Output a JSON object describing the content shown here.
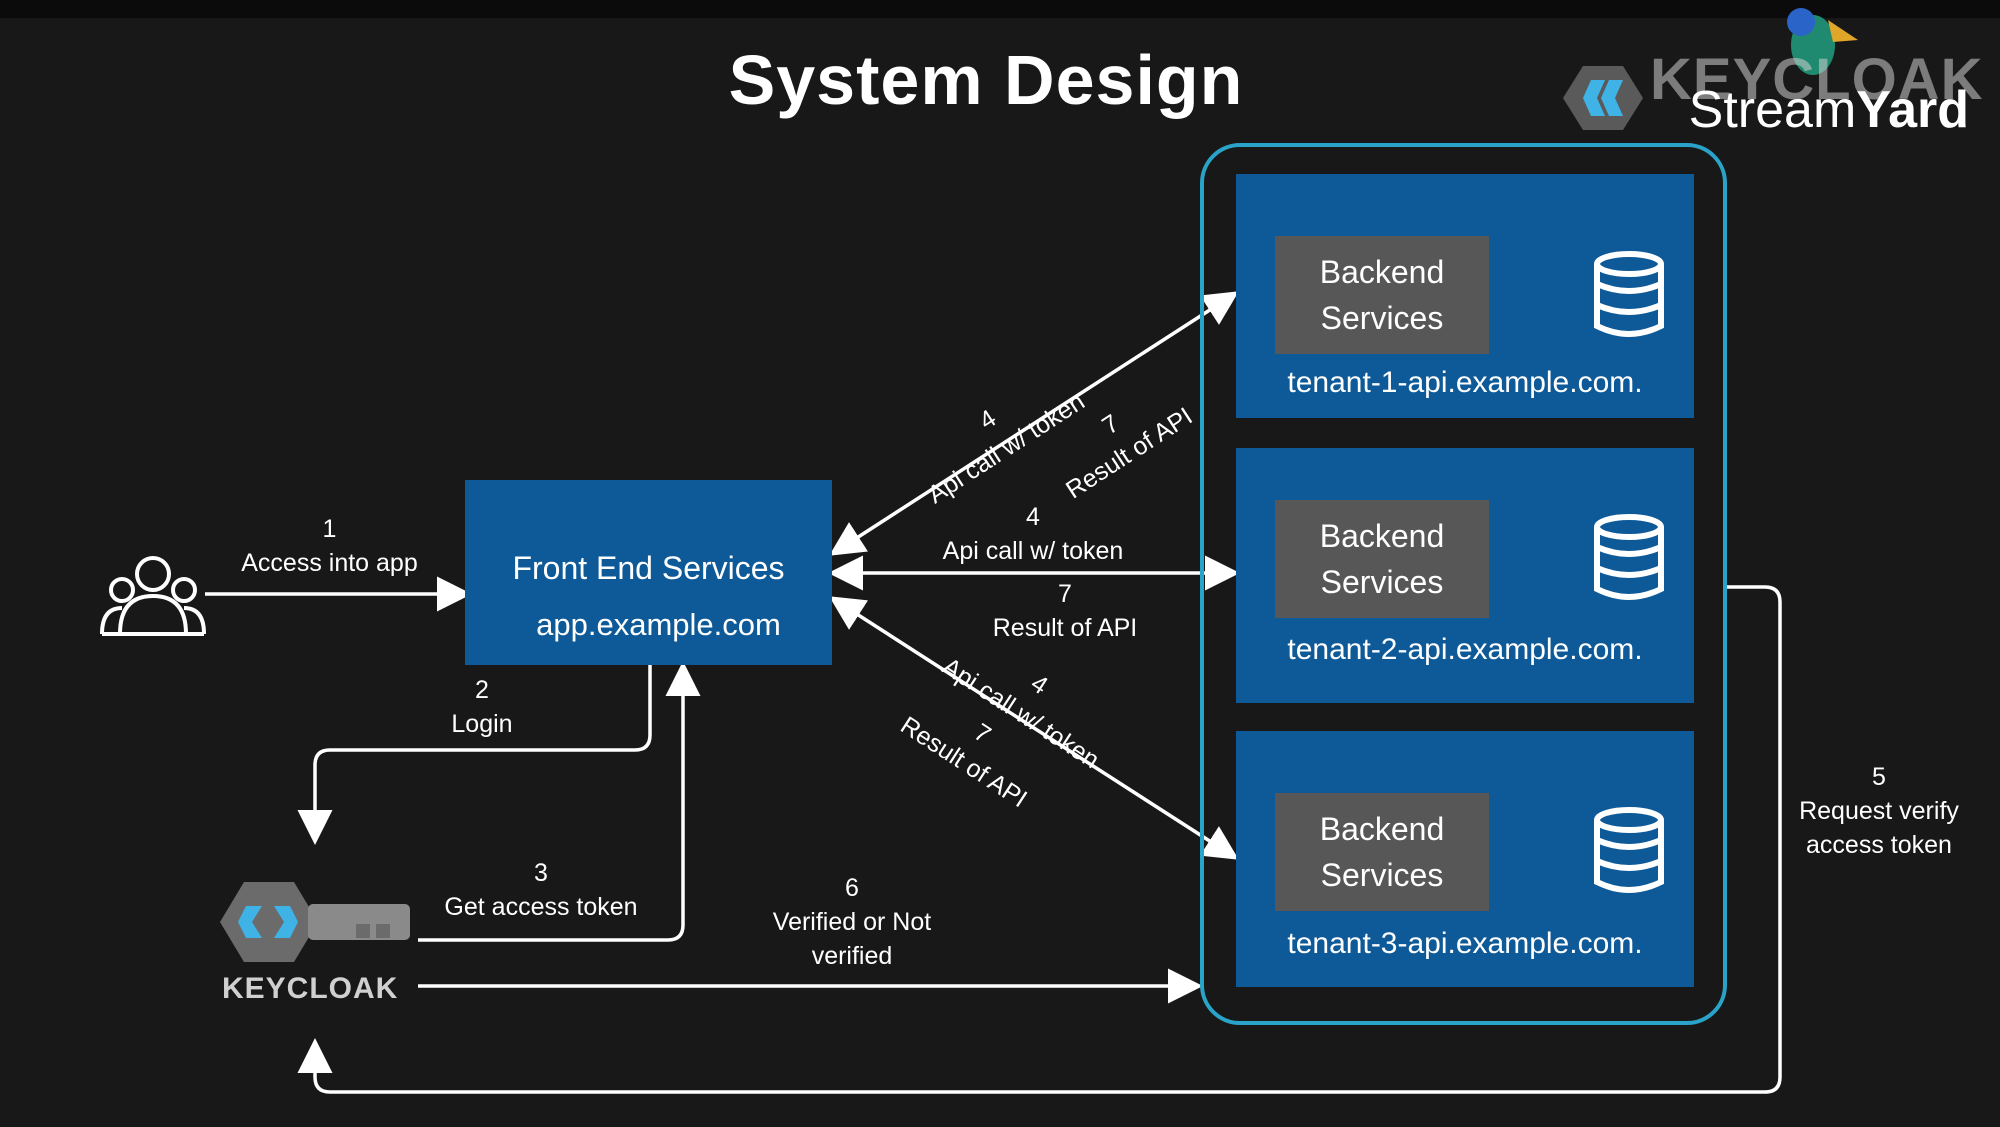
{
  "title": "System Design",
  "brand": {
    "keycloak": "KEYCLOAK",
    "streamyard_light": "Stream",
    "streamyard_bold": "Yard"
  },
  "front_end": {
    "name": "Front End Services",
    "url": "app.example.com"
  },
  "tenants": [
    {
      "backend": "Backend Services",
      "url": "tenant-1-api.example.com."
    },
    {
      "backend": "Backend Services",
      "url": "tenant-2-api.example.com."
    },
    {
      "backend": "Backend Services",
      "url": "tenant-3-api.example.com."
    }
  ],
  "keycloak_label": "KEYCLOAK",
  "steps": {
    "s1": {
      "num": "1",
      "text": "Access into app"
    },
    "s2": {
      "num": "2",
      "text": "Login"
    },
    "s3": {
      "num": "3",
      "text": "Get access token"
    },
    "s4a": {
      "num": "4",
      "text": "Api call w/ token"
    },
    "s7a": {
      "num": "7",
      "text": "Result of API"
    },
    "s4b": {
      "num": "4",
      "text": "Api call w/ token"
    },
    "s7b": {
      "num": "7",
      "text": "Result of API"
    },
    "s4c": {
      "num": "4",
      "text": "Api call w/ token"
    },
    "s7c": {
      "num": "7",
      "text": "Result of API"
    },
    "s5": {
      "num": "5",
      "line1": "Request verify",
      "line2": "access token"
    },
    "s6": {
      "num": "6",
      "line1": "Verified or Not",
      "line2": "verified"
    }
  },
  "icons": [
    "users-icon",
    "database-icon",
    "keycloak-logo",
    "streamyard-logo"
  ],
  "colors": {
    "background": "#181818",
    "box_blue": "#0e5a98",
    "backend_gray": "#575757",
    "container_border": "#2aa3c8",
    "arrow": "#ffffff"
  }
}
